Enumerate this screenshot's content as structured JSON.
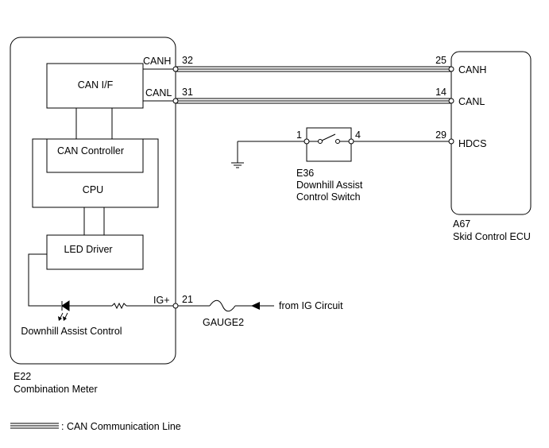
{
  "meter": {
    "code": "E22",
    "name": "Combination Meter",
    "can_if_label": "CAN I/F",
    "can_controller_label": "CAN Controller",
    "cpu_label": "CPU",
    "led_driver_label": "LED Driver",
    "indicator_label": "Downhill Assist Control",
    "pins": {
      "canh": {
        "name": "CANH",
        "number": "32"
      },
      "canl": {
        "name": "CANL",
        "number": "31"
      },
      "ig": {
        "name": "IG+",
        "number": "21"
      }
    }
  },
  "ecu": {
    "code": "A67",
    "name": "Skid Control ECU",
    "pins": {
      "canh": {
        "name": "CANH",
        "number": "25"
      },
      "canl": {
        "name": "CANL",
        "number": "14"
      },
      "hdcs": {
        "name": "HDCS",
        "number": "29"
      }
    }
  },
  "switch": {
    "code": "E36",
    "name_line1": "Downhill Assist",
    "name_line2": "Control Switch",
    "pin_left": "1",
    "pin_right": "4"
  },
  "fuse": {
    "name": "GAUGE2"
  },
  "ig_source": {
    "label": "from IG Circuit"
  },
  "legend": {
    "label": ": CAN Communication Line"
  }
}
